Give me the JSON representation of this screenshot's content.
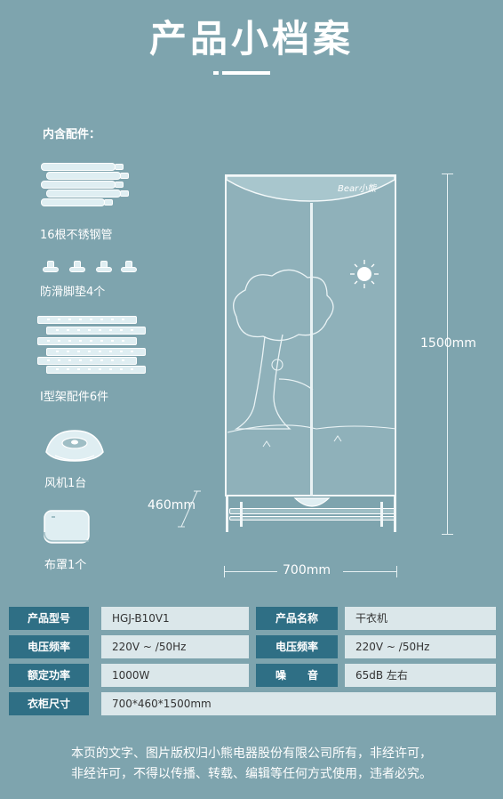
{
  "title": "产品小档案",
  "accessories": {
    "heading": "内含配件：",
    "items": [
      {
        "label": "16根不锈钢管",
        "icon": "steel-tubes-icon"
      },
      {
        "label": "防滑脚垫4个",
        "icon": "anti-slip-pads-icon"
      },
      {
        "label": "I型架配件6件",
        "icon": "i-frame-parts-icon"
      },
      {
        "label": "风机1台",
        "icon": "fan-unit-icon"
      },
      {
        "label": "布罩1个",
        "icon": "cloth-cover-icon"
      }
    ]
  },
  "product": {
    "brand": "Bear小熊",
    "dimensions": {
      "height": "1500mm",
      "width": "700mm",
      "depth": "460mm"
    }
  },
  "specs": {
    "rows": [
      [
        {
          "key": "产品型号",
          "value": "HGJ-B10V1"
        },
        {
          "key": "产品名称",
          "value": "干衣机"
        }
      ],
      [
        {
          "key": "电压频率",
          "value": "220V ~ /50Hz"
        },
        {
          "key": "电压频率",
          "value": "220V ~ /50Hz"
        }
      ],
      [
        {
          "key": "额定功率",
          "value": "1000W"
        },
        {
          "key": "噪　　音",
          "value": "65dB 左右"
        }
      ],
      [
        {
          "key": "衣柜尺寸",
          "value": "700*460*1500mm"
        }
      ]
    ]
  },
  "notice": {
    "line1": "本页的文字、图片版权归小熊电器股份有限公司所有，非经许可，",
    "line2": "非经许可，不得以传播、转载、编辑等任何方式使用，违者必究。"
  },
  "colors": {
    "background": "#7ea4ae",
    "table_key": "#2f6f85",
    "table_value": "#dbe7ea"
  }
}
